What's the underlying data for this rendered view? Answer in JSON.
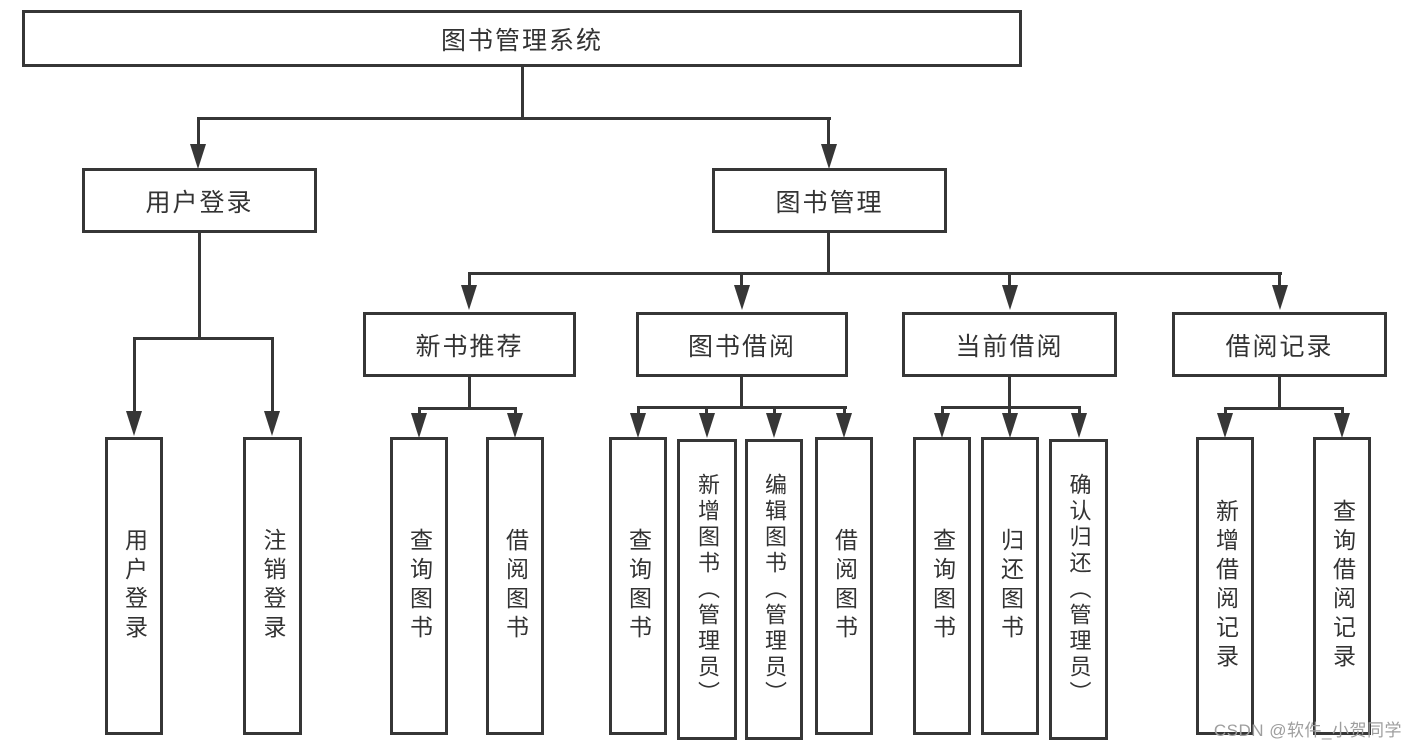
{
  "watermark": {
    "text": "CSDN @软件_小贺同学"
  },
  "colors": {
    "line": "#363636",
    "text": "#333333",
    "background": "#ffffff",
    "watermark": "#9e9e9e"
  },
  "tree": {
    "label": "图书管理系统",
    "children": [
      {
        "label": "用户登录",
        "children": [
          {
            "label": "用户登录"
          },
          {
            "label": "注销登录"
          }
        ]
      },
      {
        "label": "图书管理",
        "children": [
          {
            "label": "新书推荐",
            "children": [
              {
                "label": "查询图书"
              },
              {
                "label": "借阅图书"
              }
            ]
          },
          {
            "label": "图书借阅",
            "children": [
              {
                "label": "查询图书"
              },
              {
                "label": "新增图书（管理员）"
              },
              {
                "label": "编辑图书（管理员）"
              },
              {
                "label": "借阅图书"
              }
            ]
          },
          {
            "label": "当前借阅",
            "children": [
              {
                "label": "查询图书"
              },
              {
                "label": "归还图书"
              },
              {
                "label": "确认归还（管理员）"
              }
            ]
          },
          {
            "label": "借阅记录",
            "children": [
              {
                "label": "新增借阅记录"
              },
              {
                "label": "查询借阅记录"
              }
            ]
          }
        ]
      }
    ]
  }
}
